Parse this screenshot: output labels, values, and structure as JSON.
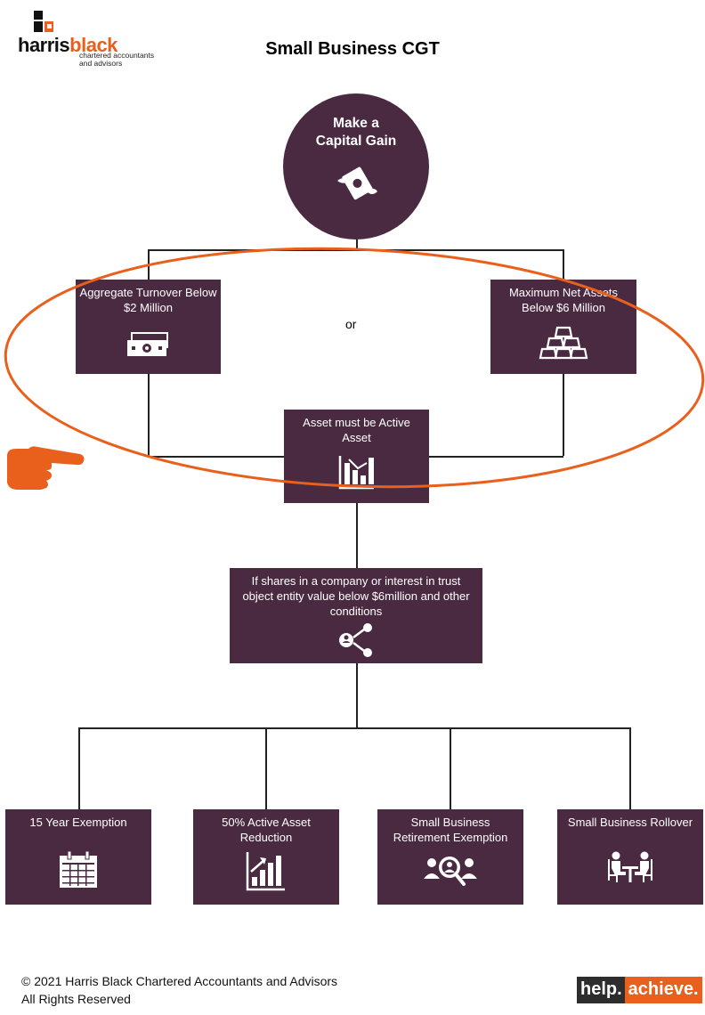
{
  "logo": {
    "name_part1": "harris",
    "name_part2": "black",
    "tagline_line1": "chartered accountants",
    "tagline_line2": "and advisors",
    "accent_color": "#e8601c"
  },
  "title": "Small Business CGT",
  "root": {
    "line1": "Make a",
    "line2": "Capital Gain",
    "icon": "money-with-wings-icon"
  },
  "criteria": {
    "left": {
      "label": "Aggregate Turnover Below $2 Million",
      "icon": "banknotes-icon"
    },
    "or_text": "or",
    "right": {
      "label": "Maximum Net Assets Below $6 Million",
      "icon": "gold-bars-icon"
    }
  },
  "active_asset": {
    "label": "Asset must be Active Asset",
    "icon": "bar-chart-icon"
  },
  "shares_condition": {
    "label": "If shares in a company or interest in trust object entity value below $6million and other conditions",
    "icon": "network-share-icon"
  },
  "concessions": [
    {
      "label": "15 Year Exemption",
      "icon": "calendar-icon"
    },
    {
      "label": "50% Active Asset Reduction",
      "icon": "growth-chart-icon"
    },
    {
      "label": "Small Business Retirement Exemption",
      "icon": "people-search-icon"
    },
    {
      "label": "Small Business Rollover",
      "icon": "meeting-table-icon"
    }
  ],
  "highlight": {
    "ellipse_color": "#e8601c",
    "pointer_icon": "pointing-hand-icon"
  },
  "box_color": "#4a2a40",
  "footer": {
    "line1": "© 2021 Harris Black Chartered Accountants and Advisors",
    "line2": "All Rights Reserved"
  },
  "badge": {
    "part1": "help.",
    "part2": "achieve."
  }
}
